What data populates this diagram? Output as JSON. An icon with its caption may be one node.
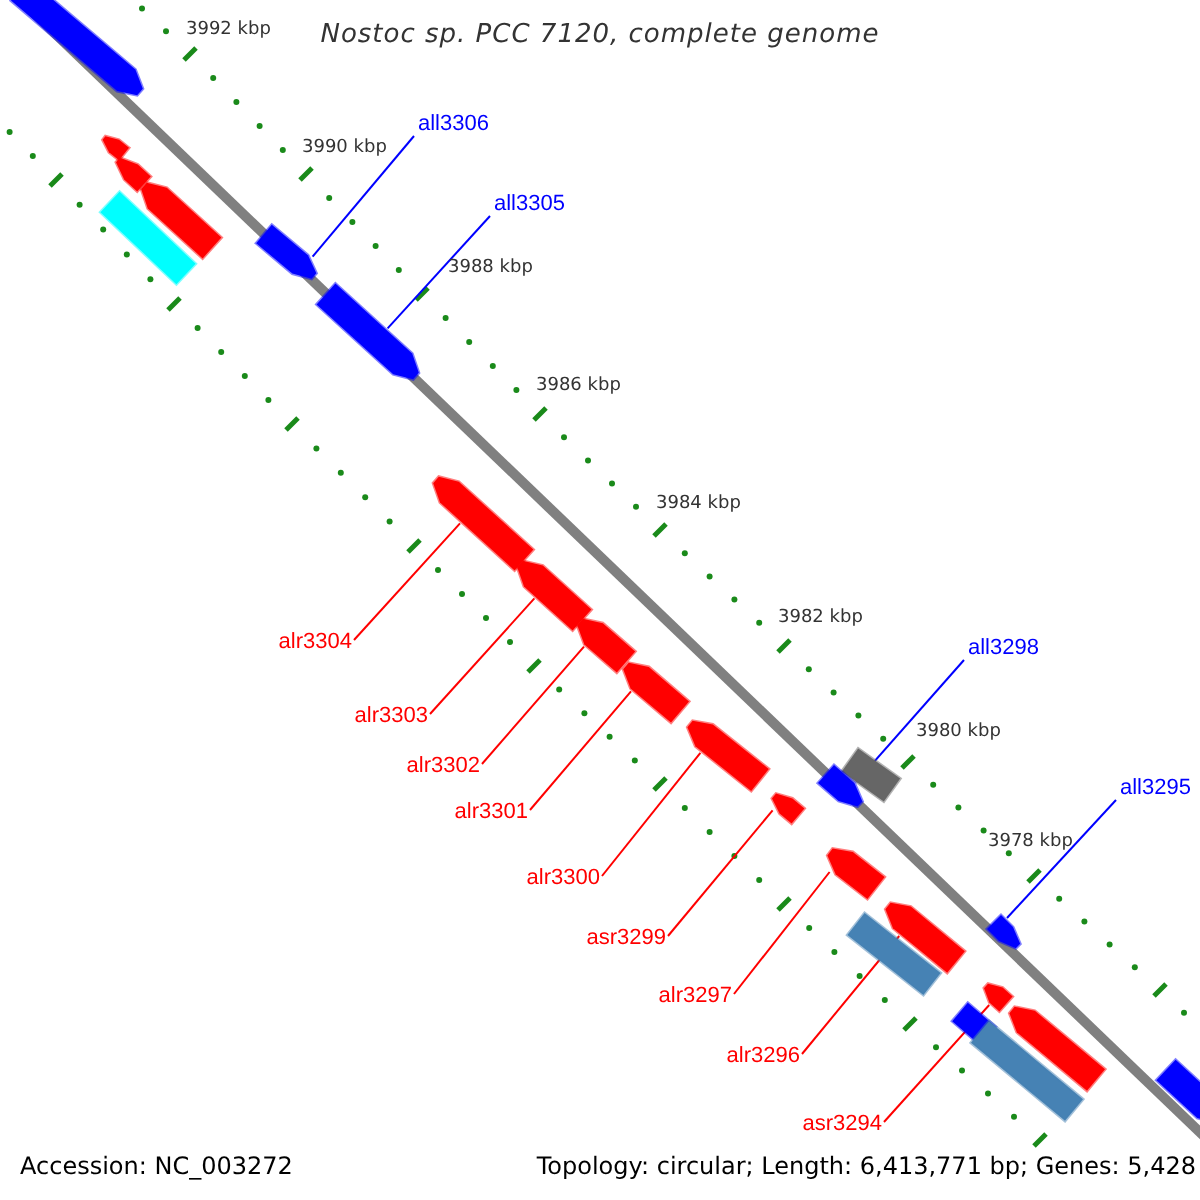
{
  "diagram": {
    "title": "Nostoc sp. PCC 7120, complete genome",
    "nodes": [
      {
        "text": [
          "all3306"
        ]
      },
      {
        "text": [
          "all3305"
        ]
      },
      {
        "text": [
          "alr3304"
        ]
      },
      {
        "text": [
          "alr3303"
        ]
      },
      {
        "text": [
          "all3298"
        ]
      },
      {
        "text": [
          "alr3302"
        ]
      },
      {
        "text": [
          "alr3301"
        ]
      },
      {
        "text": [
          "all3295"
        ]
      },
      {
        "text": [
          "alr3300"
        ]
      },
      {
        "text": [
          "asr3299"
        ]
      },
      {
        "text": [
          "alr3297"
        ]
      },
      {
        "text": [
          "alr3296"
        ]
      },
      {
        "text": [
          "asr3294"
        ]
      },
      {
        "text": [],
        "shape": "arrow"
      },
      {
        "text": [],
        "shape": "arrow"
      },
      {
        "text": [],
        "shape": "arrow"
      },
      {
        "text": [],
        "shape": "arrow"
      },
      {
        "text": [],
        "shape": "box"
      },
      {
        "text": [],
        "shape": "arrow"
      },
      {
        "text": [],
        "shape": "arrow"
      },
      {
        "text": [],
        "shape": "arrow"
      },
      {
        "text": [],
        "shape": "arrow"
      },
      {
        "text": [],
        "shape": "arrow"
      },
      {
        "text": [],
        "shape": "arrow"
      },
      {
        "text": [],
        "shape": "arrow"
      },
      {
        "text": [],
        "shape": "box"
      },
      {
        "text": [],
        "shape": "arrow"
      },
      {
        "text": [],
        "shape": "arrow"
      },
      {
        "text": [],
        "shape": "arrow"
      },
      {
        "text": [],
        "shape": "arrow"
      },
      {
        "text": [],
        "shape": "arrow"
      },
      {
        "text": [],
        "shape": "box"
      },
      {
        "text": [],
        "shape": "arrow"
      },
      {
        "text": [],
        "shape": "arrow"
      },
      {
        "text": [],
        "shape": "box"
      },
      {
        "text": [],
        "shape": "box"
      },
      {
        "text": [],
        "shape": "arrow"
      }
    ],
    "edges": [
      {
        "from": 0,
        "to": 18,
        "arrow": "none",
        "color": "#0000ff"
      },
      {
        "from": 1,
        "to": 19,
        "arrow": "none",
        "color": "#0000ff"
      },
      {
        "from": 2,
        "to": 20,
        "arrow": "none"
      },
      {
        "from": 3,
        "to": 21,
        "arrow": "none"
      },
      {
        "from": 4,
        "to": 26,
        "arrow": "none",
        "color": "#0000ff"
      },
      {
        "from": 5,
        "to": 22,
        "arrow": "none"
      },
      {
        "from": 6,
        "to": 23,
        "arrow": "none"
      },
      {
        "from": 7,
        "to": 30,
        "arrow": "none",
        "color": "#0000ff"
      },
      {
        "from": 8,
        "to": 24,
        "arrow": "none"
      },
      {
        "from": 9,
        "to": 27,
        "arrow": "none"
      },
      {
        "from": 10,
        "to": 28,
        "arrow": "none"
      },
      {
        "from": 11,
        "to": 29,
        "arrow": "none"
      },
      {
        "from": 12,
        "to": 32,
        "arrow": "none"
      }
    ],
    "labels": [
      "3992 kbp",
      "3990 kbp",
      "3988 kbp",
      "3986 kbp",
      "3984 kbp",
      "3982 kbp",
      "3980 kbp",
      "3978 kbp",
      "Accession: NC_003272",
      "Topology: circular; Length: 6,413,771 bp; Genes: 5,428"
    ]
  }
}
